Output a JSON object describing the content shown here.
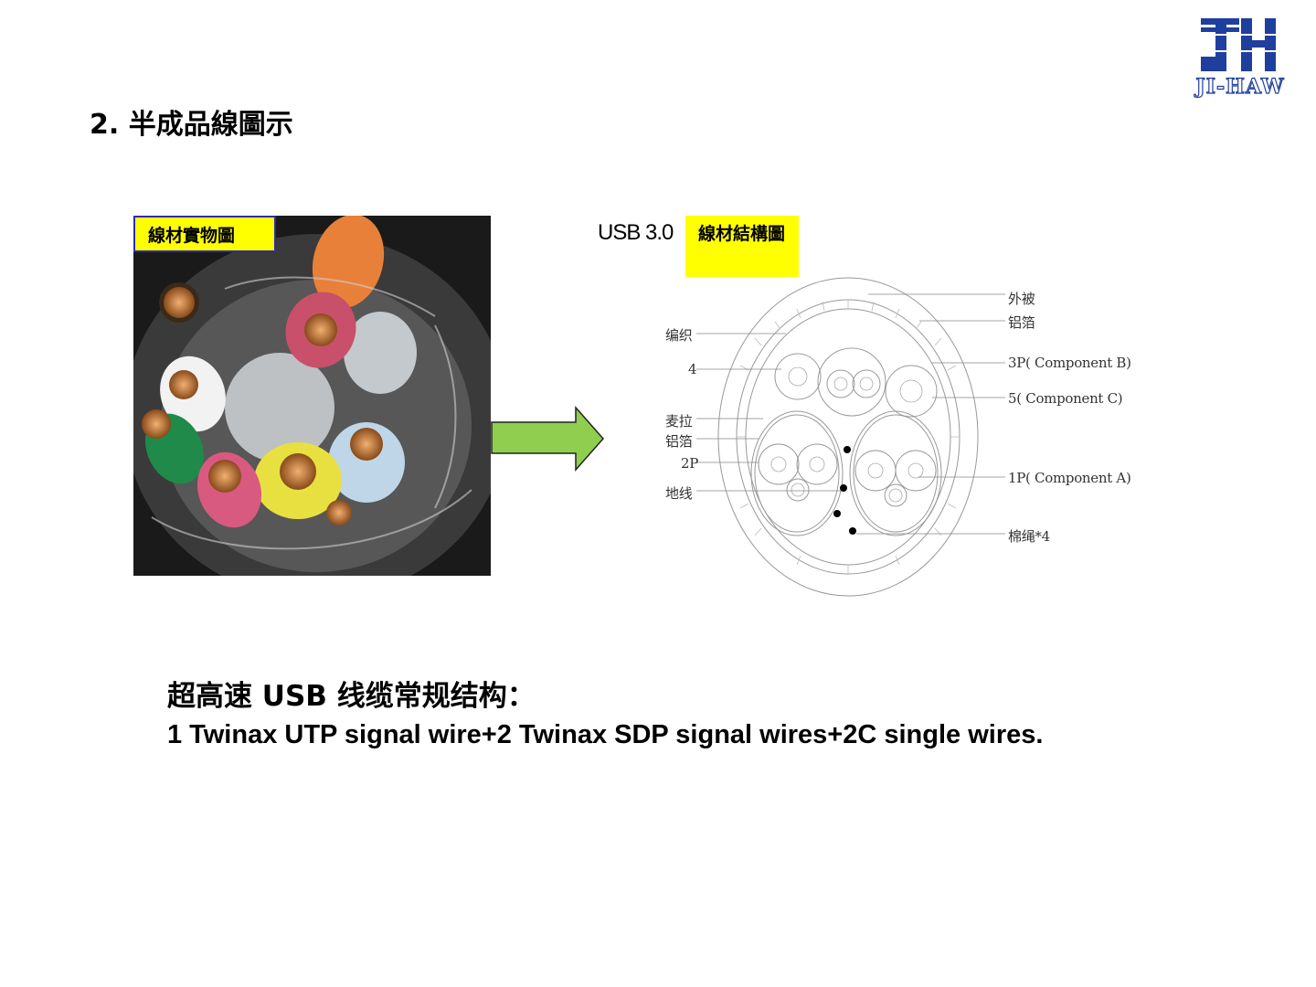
{
  "header": {
    "logo_text": "JI-HAW",
    "logo_color": "#1f3f9e"
  },
  "section": {
    "title": "2. 半成品線圖示"
  },
  "photo_panel": {
    "label": "線材實物圖",
    "label_bg": "#ffff00"
  },
  "arrow": {
    "color": "#8fce4f",
    "icon": "right-arrow-icon"
  },
  "structure_panel": {
    "usb_label": "USB 3.0",
    "label": "線材結構圖",
    "callouts_left": {
      "braid": "编织",
      "four": "4",
      "mylar": "麦拉",
      "foil": "铝箔",
      "two_p": "2P",
      "ground": "地线"
    },
    "callouts_right": {
      "jacket": "外被",
      "foil": "铝箔",
      "three_p": "3P( Component   B)",
      "five": "5( Component   C)",
      "one_p": "1P( Component   A)",
      "cotton": "棉绳*4"
    }
  },
  "summary": {
    "line1": "超高速 USB 线缆常规结构：",
    "line2": "1 Twinax UTP signal wire+2 Twinax SDP signal wires+2C single wires."
  }
}
